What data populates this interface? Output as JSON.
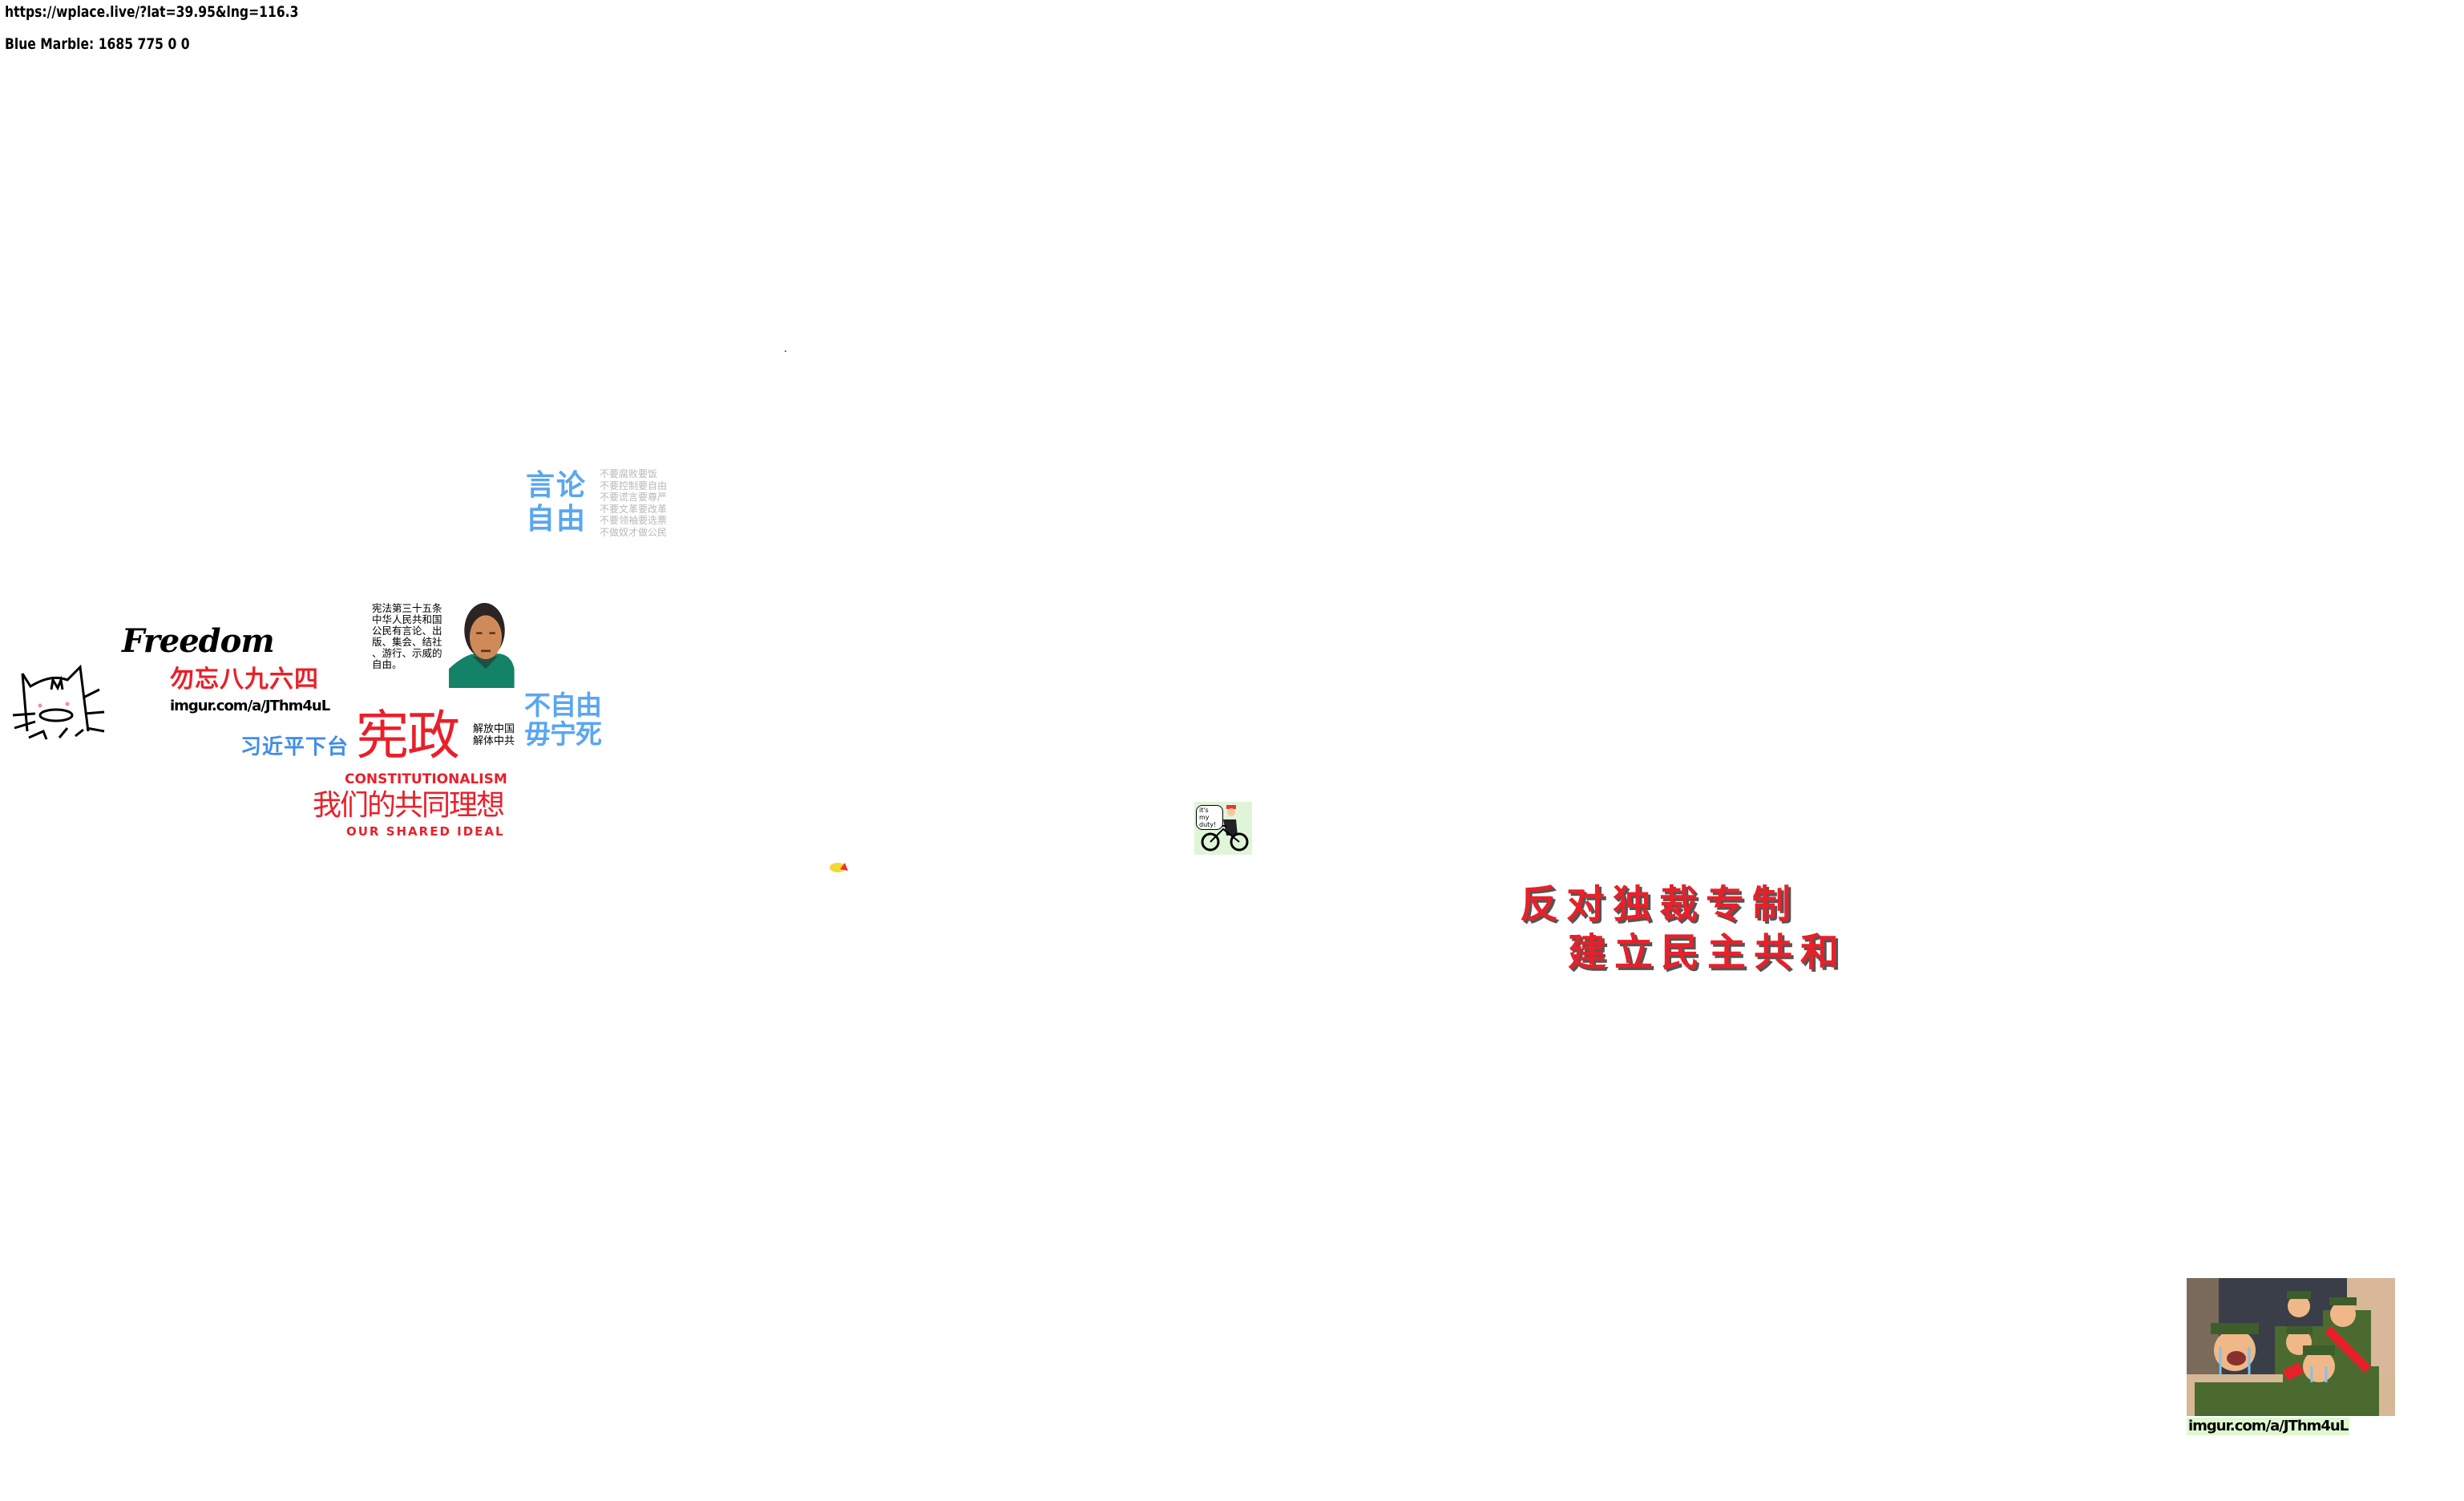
{
  "hud": {
    "url": "https://wplace.live/?lat=39.95&lng=116.3",
    "tile_info": "Blue Marble: 1685 775 0 0"
  },
  "artworks": {
    "free_speech": {
      "title": "言论自由",
      "line1": "言论",
      "line2": "自由",
      "background_text": [
        "不要腐败要饭",
        "不要控制要自由",
        "不要谎言要尊严",
        "不要文革要改革",
        "不要领袖要选票",
        "不做奴才做公民"
      ]
    },
    "freedom": "Freedom",
    "never_forget": "勿忘八九六四",
    "imgur_link": "imgur.com/a/JThm4uL",
    "constitution_article": [
      "宪法第三十五条",
      "中华人民共和国",
      "公民有言论、出",
      "版、集会、结社",
      "、游行、示威的",
      "自由。"
    ],
    "liberty_or_death": {
      "line1": "不自由",
      "line2": "毋宁死"
    },
    "xi_step_down": "习近平下台",
    "xianzheng": "宪政",
    "liberate": [
      "解放中国",
      "解体中共"
    ],
    "constitutionalism": "CONSTITUTIONALISM",
    "shared_ideal_cn": "我们的共同理想",
    "shared_ideal_en": "OUR SHARED IDEAL",
    "cyclist_bubble": "it's my duty!",
    "slogan": {
      "line1": "反对独裁专制",
      "line2": "建立民主共和"
    },
    "bus_caption": "imgur.com/a/JThm4uL"
  },
  "colors": {
    "red": "#e8202a",
    "blue": "#5aa6f0",
    "mao_green": "#138266",
    "caption_bg": "#e0f8d0"
  }
}
